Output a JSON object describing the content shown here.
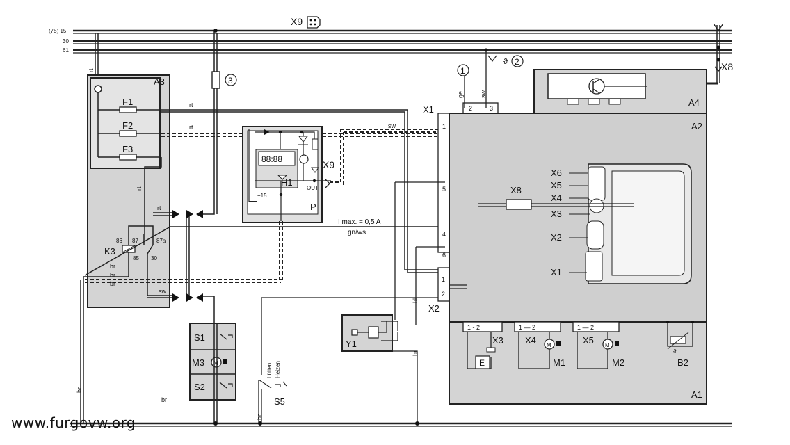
{
  "rails": {
    "r15": "(75) 15",
    "r30": "30",
    "r61": "61"
  },
  "connectors": {
    "x9_top": "X9",
    "x8_top": "X8",
    "x1": "X1",
    "x2": "X2",
    "x9_panel": "X9"
  },
  "callouts": {
    "c1": "1",
    "c2": "2",
    "c3": "3",
    "theta": "ϑ"
  },
  "modules": {
    "a1": "A1",
    "a2": "A2",
    "a3": "A3",
    "a4": "A4",
    "p": "P",
    "h1": "H1",
    "k3": "K3",
    "s1": "S1",
    "s2": "S2",
    "m3": "M3",
    "s5": "S5",
    "y1": "Y1",
    "e": "E",
    "m1": "M1",
    "m2": "M2",
    "b2": "B2"
  },
  "fuses": {
    "f1": "F1",
    "f2": "F2",
    "f3": "F3"
  },
  "k3_pins": {
    "p86": "86",
    "p87": "87",
    "p87a": "87a",
    "p85": "85",
    "p30": "30"
  },
  "panel": {
    "out": "OUT",
    "plus15": "+15",
    "imax": "I max. = 0,5 A",
    "gnws": "gn/ws"
  },
  "a2_ports": {
    "x6": "X6",
    "x5": "X5",
    "x4": "X4",
    "x3": "X3",
    "x2": "X2",
    "x1": "X1",
    "x8": "X8",
    "pins": [
      "1",
      "5",
      "4",
      "6",
      "1",
      "2"
    ]
  },
  "a1_connectors": {
    "x3": "X3",
    "x4": "X4",
    "x5": "X5"
  },
  "s5_labels": {
    "lueften": "Lüften",
    "heizen": "Heizen"
  },
  "wire_colors": {
    "rt": "rt",
    "ge": "ge",
    "sw": "sw",
    "br": "br",
    "bl": "bl"
  },
  "watermark": "www.furgovw.org"
}
